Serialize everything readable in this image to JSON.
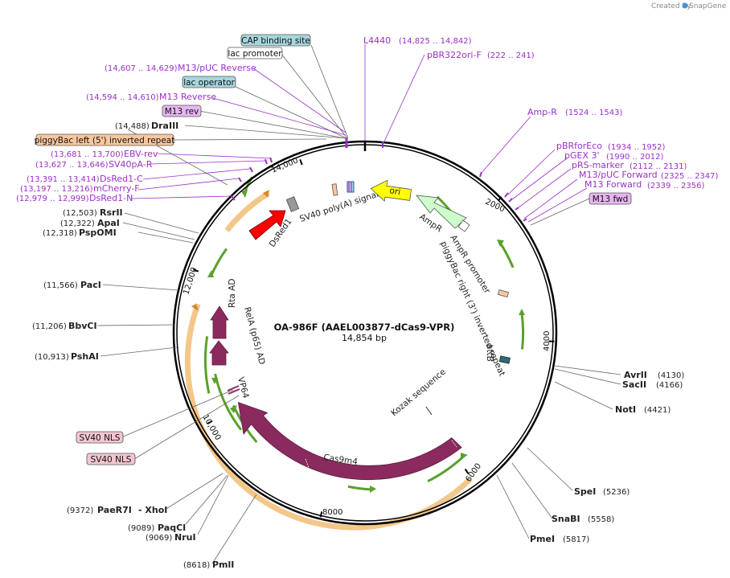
{
  "credit": {
    "prefix": "Created by",
    "brand": "SnapGene"
  },
  "plasmid": {
    "name": "OA-986F (AAEL003877-dCas9-VPR)",
    "length": "14,854 bp"
  },
  "ticks": [
    "2000",
    "4000",
    "6000",
    "8000",
    "10,000",
    "12,000",
    "14,000"
  ],
  "enzymes": {
    "avrii": {
      "name": "AvrII",
      "pos": "(4130)"
    },
    "sacii": {
      "name": "SacII",
      "pos": "(4166)"
    },
    "noti": {
      "name": "NotI",
      "pos": "(4421)"
    },
    "spei": {
      "name": "SpeI",
      "pos": "(5236)"
    },
    "snabi": {
      "name": "SnaBI",
      "pos": "(5558)"
    },
    "pmei": {
      "name": "PmeI",
      "pos": "(5817)"
    },
    "pmli": {
      "name": "PmlI",
      "pos": "(8618)"
    },
    "nrui": {
      "name": "NruI",
      "pos": "(9069)"
    },
    "paqci": {
      "name": "PaqCI",
      "pos": "(9089)"
    },
    "paer7i": {
      "name": "PaeR7I",
      "name2": "- XhoI",
      "pos": "(9372)"
    },
    "pshai": {
      "name": "PshAI",
      "pos": "(10,913)"
    },
    "bbvci": {
      "name": "BbvCI",
      "pos": "(11,206)"
    },
    "paci": {
      "name": "PacI",
      "pos": "(11,566)"
    },
    "pspomi": {
      "name": "PspOMI",
      "pos": "(12,318)"
    },
    "apai": {
      "name": "ApaI",
      "pos": "(12,322)"
    },
    "rsrii": {
      "name": "RsrII",
      "pos": "(12,503)"
    },
    "draiii": {
      "name": "DraIII",
      "pos": "(14,488)"
    }
  },
  "primers": {
    "l4440": {
      "name": "L4440",
      "pos": "(14,825 .. 14,842)"
    },
    "pbr322": {
      "name": "pBR322ori-F",
      "pos": "(222 .. 241)"
    },
    "ampr": {
      "name": "Amp-R",
      "pos": "(1524 .. 1543)"
    },
    "pbrforeco": {
      "name": "pBRforEco",
      "pos": "(1934 .. 1952)"
    },
    "pgex3": {
      "name": "pGEX 3'",
      "pos": "(1990 .. 2012)"
    },
    "prsmarker": {
      "name": "pRS-marker",
      "pos": "(2112 .. 2131)"
    },
    "m13puc_fwd": {
      "name": "M13/pUC Forward",
      "pos": "(2325 .. 2347)"
    },
    "m13_fwd": {
      "name": "M13 Forward",
      "pos": "(2339 .. 2356)"
    },
    "m13puc_rev": {
      "name": "M13/pUC Reverse",
      "pos": "(14,607 .. 14,629)"
    },
    "m13_rev_p": {
      "name": "M13 Reverse",
      "pos": "(14,594 .. 14,610)"
    },
    "ebvrev": {
      "name": "EBV-rev",
      "pos": "(13,681 .. 13,700)"
    },
    "sv40par": {
      "name": "SV40pA-R",
      "pos": "(13,627 .. 13,646)"
    },
    "dsred1c": {
      "name": "DsRed1-C",
      "pos": "(13,391 .. 13,414)"
    },
    "mcherryf": {
      "name": "mCherry-F",
      "pos": "(13,197 .. 13,216)"
    },
    "dsred1n": {
      "name": "DsRed1-N",
      "pos": "(12,979 .. 12,999)"
    }
  },
  "boxes": {
    "cap": "CAP binding site",
    "lacpromoter": "lac promoter",
    "lacoperator": "lac operator",
    "m13rev": "M13 rev",
    "piggybacleft": "piggyBac left (5') inverted repeat",
    "m13fwd": "M13 fwd",
    "sv40nls1": "SV40 NLS",
    "sv40nls2": "SV40 NLS"
  },
  "features": {
    "ori": "ori",
    "ampr": "AmpR",
    "amprpromoter": "AmpR promoter",
    "piggybacright": "piggyBac right (3') inverted repeat",
    "attb": "attB",
    "kozak": "Kozak sequence",
    "cas9m4": "Cas9m4",
    "vp64": "VP64",
    "relaad": "RelA (p65) AD",
    "rtaad": "Rta AD",
    "dsred1": "DsRed1",
    "sv40polya": "SV40 poly(A) signal"
  },
  "colors": {
    "primer": "#9b2fc9",
    "cas9": "#8b2a5e",
    "dsred": "#ff0000",
    "ori": "#ffff00",
    "ampr_fill": "#ccffcc",
    "arc_orange": "#f3c78a",
    "arc_green": "#5aa02c",
    "cap_box": "#a6d6de",
    "primer_box": "#e7b5f2",
    "orange_box": "#f8c79e",
    "pink_box": "#f2c6d0"
  }
}
